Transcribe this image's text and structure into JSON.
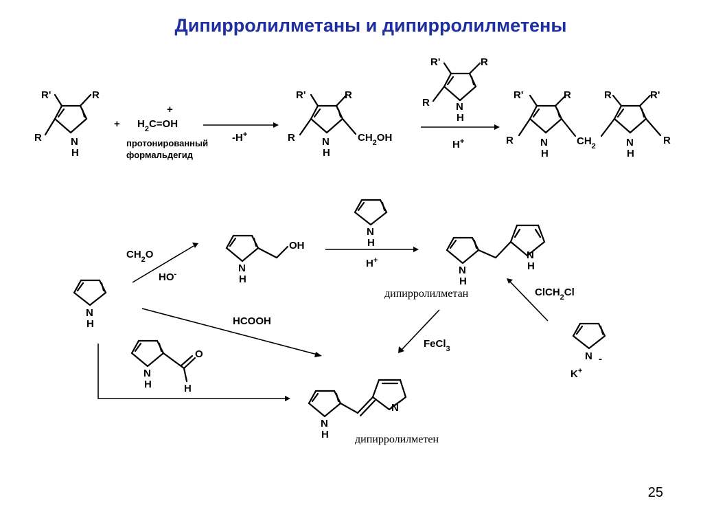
{
  "title": "Дипирролилметаны и дипирролилметены",
  "page_number": "25",
  "top_scheme": {
    "plus_1": "+",
    "reagent_charge": "+",
    "reagent_a": "H",
    "reagent_a_sub": "2",
    "reagent_b": "C=OH",
    "reagent_caption_1": "протонированный",
    "reagent_caption_2": "формальдегид",
    "arrow1_label_a": "-H",
    "arrow1_label_sup": "+",
    "arrow2_label_a": "H",
    "arrow2_label_sup": "+",
    "substituent_r": "R",
    "substituent_r_prime": "R'",
    "ring_n": "N",
    "ring_h": "H",
    "ch2oh_a": "CH",
    "ch2oh_sub": "2",
    "ch2oh_b": "OH",
    "ch2_a": "CH",
    "ch2_sub": "2"
  },
  "bottom_scheme": {
    "reagent_ch2o_a": "CH",
    "reagent_ch2o_sub": "2",
    "reagent_ch2o_b": "O",
    "reagent_ho_a": "HO",
    "reagent_ho_sup": "-",
    "oh_label": "OH",
    "acid_a": "H",
    "acid_sup": "+",
    "hcooh": "HCOOH",
    "fecl3_a": "FeCl",
    "fecl3_sub": "3",
    "clch2cl_a": "ClCH",
    "clch2cl_sub": "2",
    "clch2cl_b": "Cl",
    "aldehyde_o": "O",
    "aldehyde_h": "H",
    "potassium_a": "K",
    "potassium_sup": "+",
    "anion_charge": "-",
    "ring_n": "N",
    "ring_h": "H",
    "product_methane": "дипирролилметан",
    "product_methene": "дипирролилметен"
  }
}
